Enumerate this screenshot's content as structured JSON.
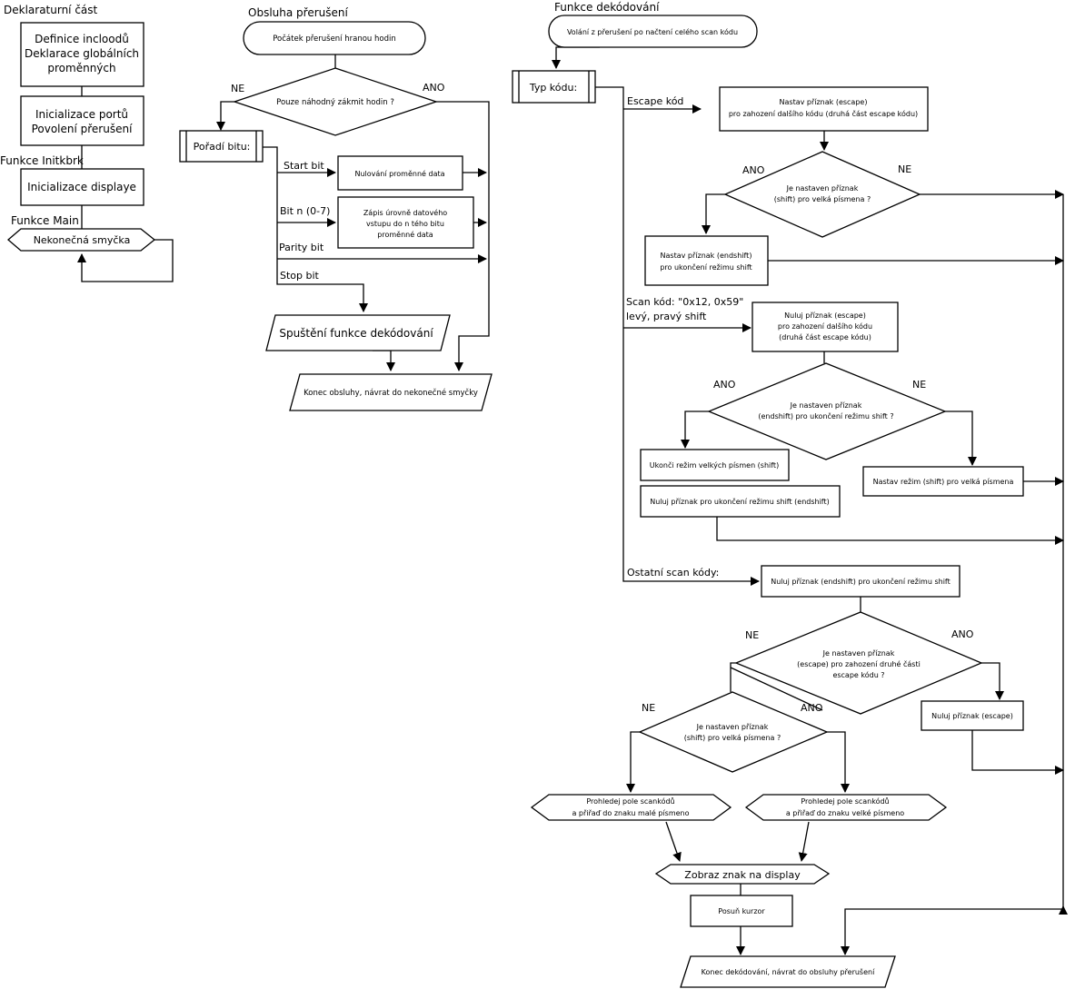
{
  "sections": {
    "declaration": "Deklaraturní část",
    "interrupt": "Obsluha přerušení",
    "decode": "Funkce dekódování",
    "initkbrk": "Funkce Initkbrk",
    "main": "Funkce Main"
  },
  "left": {
    "defs_line1": "Definice incloodů",
    "defs_line2": "Deklarace globálních",
    "defs_line3": "proměnných",
    "init_ports_line1": "Inicializace portů",
    "init_ports_line2": "Povolení přerušení",
    "init_display": "Inicializace displaye",
    "infinite_loop": "Nekonečná smyčka"
  },
  "interrupt": {
    "start": "Počátek přerušení hranou hodin",
    "decision": "Pouze náhodný zákmit hodin ?",
    "ne": "NE",
    "ano": "ANO",
    "bit_order": "Pořadí bitu:",
    "start_bit": "Start bit",
    "clear_data": "Nulování proměnné data",
    "bit_n": "Bit n (0-7)",
    "write_line1": "Zápis úrovně datového",
    "write_line2": "vstupu do n tého bitu",
    "write_line3": "proměnné data",
    "parity_bit": "Parity bit",
    "stop_bit": "Stop bit",
    "run_decode": "Spuštění funkce dekódování",
    "end": "Konec obsluhy, návrat do nekonečné smyčky"
  },
  "decode": {
    "call": "Volání z přerušení po načtení celého scan kódu",
    "code_type": "Typ kódu:",
    "escape_code": "Escape kód",
    "set_escape_line1": "Nastav příznak (escape)",
    "set_escape_line2": "pro zahození dalšího kódu (druhá část escape kódu)",
    "ano": "ANO",
    "ne": "NE",
    "q_shift_line1": "Je nastaven příznak",
    "q_shift_line2": "(shift) pro velká písmena ?",
    "set_endshift_line1": "Nastav příznak (endshift)",
    "set_endshift_line2": "pro ukončení režimu shift",
    "scan_shift_line1": "Scan kód: \"0x12, 0x59\"",
    "scan_shift_line2": "levý, pravý shift",
    "clear_escape_line1": "Nuluj příznak (escape)",
    "clear_escape_line2": "pro zahození dalšího kódu",
    "clear_escape_line3": "(druhá část escape kódu)",
    "q_endshift_line1": "Je nastaven příznak",
    "q_endshift_line2": "(endshift) pro ukončení režimu shift ?",
    "end_caps": "Ukonči režim velkých písmen (shift)",
    "clear_endshift": "Nuluj příznak pro ukončení režimu shift (endshift)",
    "set_shift": "Nastav režim (shift) pro velká písmena",
    "other_codes": "Ostatní scan kódy:",
    "clear_endshift2": "Nuluj příznak (endshift) pro ukončení režimu shift",
    "q_escape_line1": "Je nastaven příznak",
    "q_escape_line2": "(escape) pro zahození druhé části",
    "q_escape_line3": "escape kódu ?",
    "clear_escape_short": "Nuluj příznak (escape)",
    "q_shift2_line1": "Je nastaven příznak",
    "q_shift2_line2": "(shift) pro velká písmena ?",
    "lower_line1": "Prohledej pole scankódů",
    "lower_line2": "a přiřaď do znaku malé písmeno",
    "upper_line1": "Prohledej pole scankódů",
    "upper_line2": "a přiřaď do znaku velké písmeno",
    "show_char": "Zobraz znak na display",
    "move_cursor": "Posuň kurzor",
    "end": "Konec dekódování, návrat do obsluhy přerušení"
  }
}
